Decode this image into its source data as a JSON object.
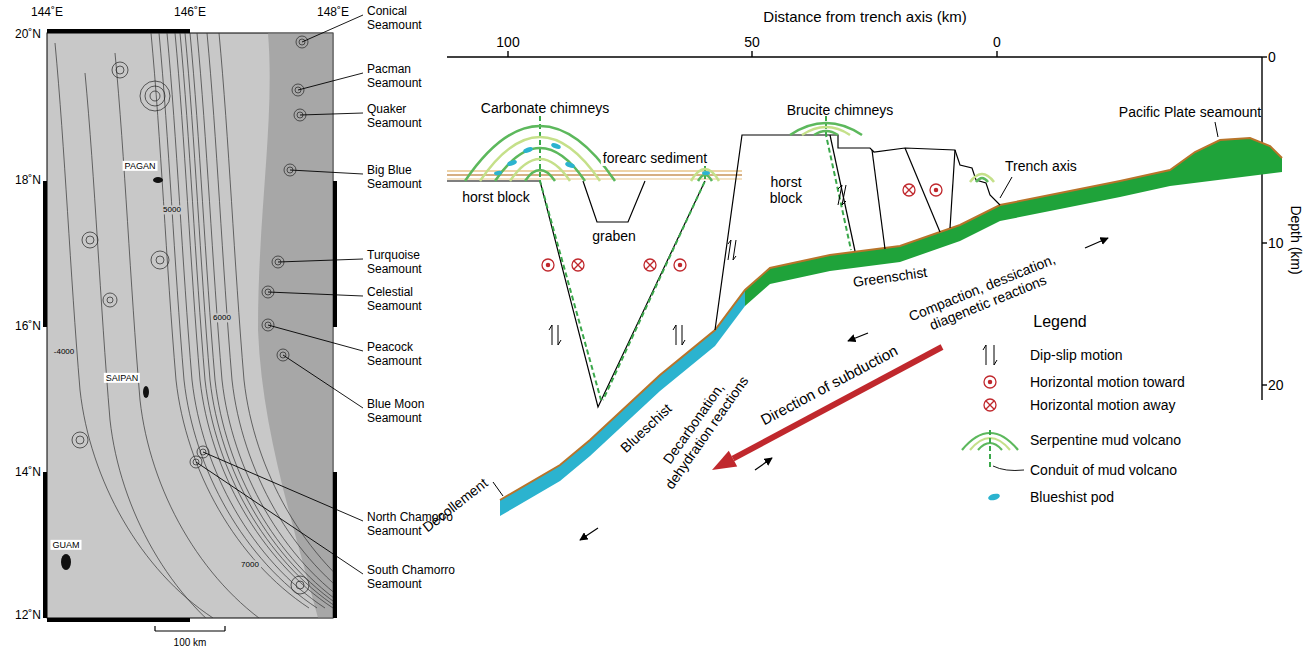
{
  "diagram": {
    "labels": [
      "144˚E",
      "146˚E",
      "148˚E",
      "20˚N",
      "18˚N",
      "16˚N",
      "14˚N",
      "12˚N",
      "PAGAN",
      "SAIPAN",
      "GUAM",
      "-4000",
      "5000",
      "6000",
      "7000",
      "Conical Seamount",
      "Pacman Seamount",
      "Quaker Seamount",
      "Big Blue Seamount",
      "Turquoise Seamount",
      "Celestial Seamount",
      "Peacock Seamount",
      "Blue Moon Seamount",
      "North Chamorro Seamount",
      "South Chamorro Seamount",
      "100 km",
      "Distance from trench axis (km)",
      "100",
      "50",
      "0",
      "0",
      "10",
      "20",
      "Depth (km)",
      "Carbonate chimneys",
      "Brucite chimneys",
      "forearc sediment",
      "Pacific Plate seamount",
      "horst block",
      "graben",
      "horst block",
      "Trench axis",
      "Greenschist",
      "Compaction, dessication, diagenetic reactions",
      "Décollement",
      "Blueschist",
      "Decarbonation, dehydration reactions",
      "Direction of subduction",
      "Legend"
    ],
    "legend": [
      {
        "text": "Dip-slip motion"
      },
      {
        "text": "Horizontal motion toward"
      },
      {
        "text": "Horizontal motion away"
      },
      {
        "text": "Serpentine mud volcano"
      },
      {
        "text": "Conduit of mud volcano"
      },
      {
        "text": "Blueshist pod"
      }
    ]
  }
}
